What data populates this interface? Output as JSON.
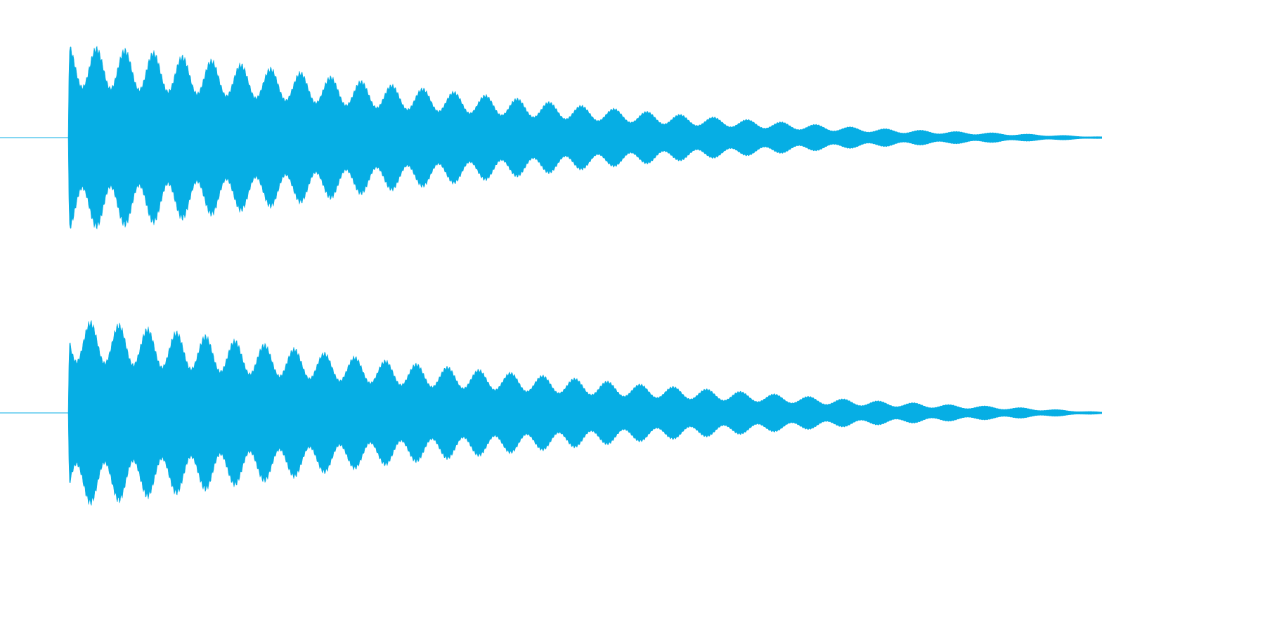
{
  "waveform": {
    "color": "#06aee4",
    "channels": [
      {
        "name": "",
        "envelope": [
          [
            0.0,
            0.0
          ],
          [
            0.001,
            1.0
          ],
          [
            0.02,
            0.97
          ],
          [
            0.05,
            0.95
          ],
          [
            0.08,
            0.92
          ],
          [
            0.12,
            0.86
          ],
          [
            0.16,
            0.8
          ],
          [
            0.2,
            0.74
          ],
          [
            0.25,
            0.66
          ],
          [
            0.3,
            0.58
          ],
          [
            0.35,
            0.52
          ],
          [
            0.4,
            0.46
          ],
          [
            0.45,
            0.4
          ],
          [
            0.5,
            0.34
          ],
          [
            0.55,
            0.29
          ],
          [
            0.6,
            0.24
          ],
          [
            0.65,
            0.2
          ],
          [
            0.7,
            0.16
          ],
          [
            0.75,
            0.12
          ],
          [
            0.8,
            0.09
          ],
          [
            0.85,
            0.07
          ],
          [
            0.9,
            0.05
          ],
          [
            0.95,
            0.03
          ],
          [
            1.0,
            0.01
          ]
        ]
      },
      {
        "name": "",
        "envelope": [
          [
            0.0,
            0.0
          ],
          [
            0.001,
            1.0
          ],
          [
            0.02,
            0.98
          ],
          [
            0.05,
            0.95
          ],
          [
            0.08,
            0.9
          ],
          [
            0.12,
            0.85
          ],
          [
            0.16,
            0.78
          ],
          [
            0.2,
            0.72
          ],
          [
            0.25,
            0.64
          ],
          [
            0.3,
            0.57
          ],
          [
            0.35,
            0.51
          ],
          [
            0.4,
            0.46
          ],
          [
            0.45,
            0.41
          ],
          [
            0.5,
            0.36
          ],
          [
            0.55,
            0.31
          ],
          [
            0.6,
            0.27
          ],
          [
            0.65,
            0.23
          ],
          [
            0.7,
            0.19
          ],
          [
            0.75,
            0.15
          ],
          [
            0.8,
            0.12
          ],
          [
            0.85,
            0.09
          ],
          [
            0.9,
            0.07
          ],
          [
            0.95,
            0.04
          ],
          [
            1.0,
            0.01
          ]
        ]
      }
    ]
  }
}
